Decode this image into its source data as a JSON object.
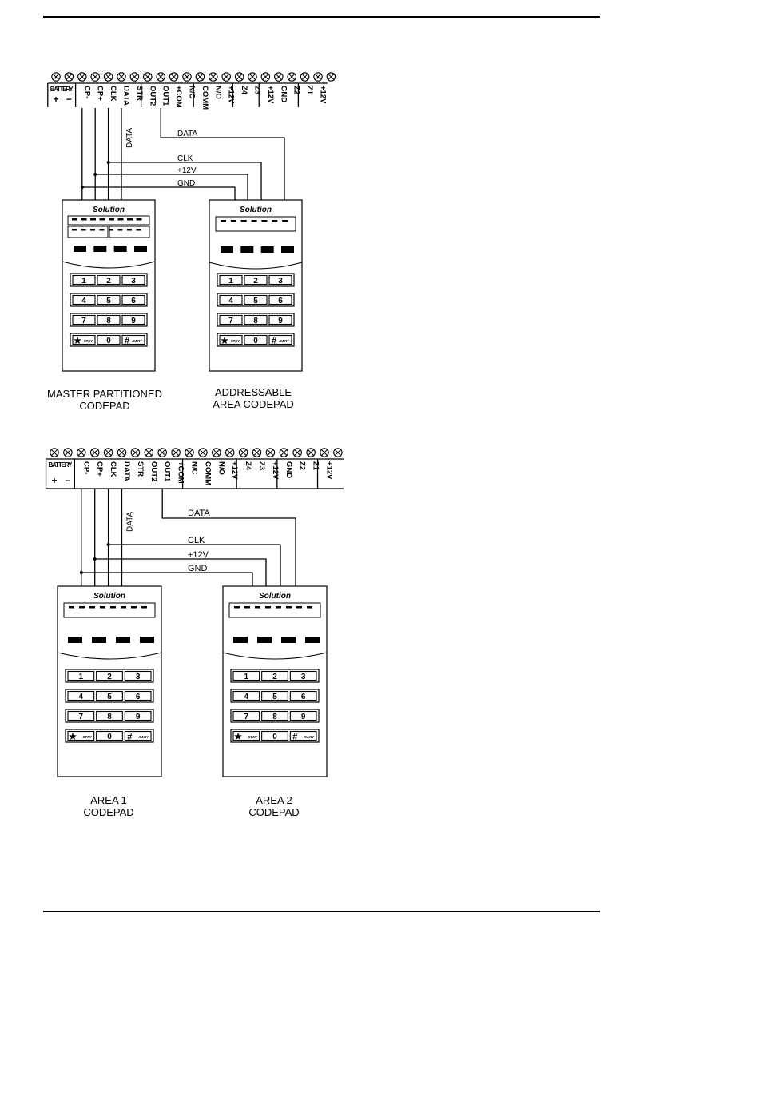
{
  "terminal_labels": [
    "BATTERY",
    "+",
    "−",
    "CP-",
    "CP+",
    "CLK",
    "DATA",
    "STR",
    "OUT2",
    "OUT1",
    "+COM",
    "N/C",
    "COMM",
    "N/O",
    "+12V",
    "Z4",
    "Z3",
    "+12V",
    "GND",
    "Z2",
    "Z1",
    "+12V"
  ],
  "wire_labels": [
    "DATA",
    "DATA",
    "CLK",
    "+12V",
    "GND"
  ],
  "brand": "Solution",
  "keys": [
    "1",
    "2",
    "3",
    "4",
    "5",
    "6",
    "7",
    "8",
    "9",
    "STAY",
    "0",
    "AWAY"
  ],
  "key_symbols": [
    "★",
    "#"
  ],
  "diagram_1": {
    "left_caption": [
      "MASTER PARTITIONED",
      "CODEPAD"
    ],
    "right_caption": [
      "ADDRESSABLE",
      "AREA CODEPAD"
    ]
  },
  "diagram_2": {
    "left_caption": [
      "AREA 1",
      "CODEPAD"
    ],
    "right_caption": [
      "AREA 2",
      "CODEPAD"
    ]
  },
  "colors": {
    "ink": "#000000",
    "panel_bg": "#f2f2f2",
    "page": "#ffffff"
  }
}
